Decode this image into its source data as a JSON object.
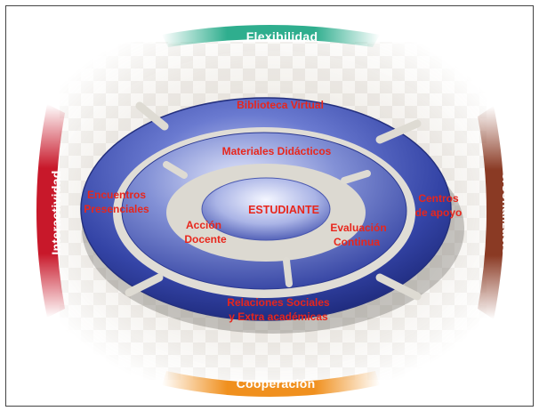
{
  "diagram": {
    "top_label": "Flexibilidad",
    "bottom_label": "Cooperación",
    "left_label": "Interactividad",
    "right_label": "Personalización",
    "center": "ESTUDIANTE",
    "outer_ring": {
      "top": "Biblioteca Virtual",
      "left": [
        "Encuentros",
        "Presenciales"
      ],
      "right": [
        "Centros",
        "de apoyo"
      ],
      "bottom": [
        "Relaciones Sociales",
        "y Extra académicas"
      ]
    },
    "inner_ring": {
      "top": "Materiales Didácticos",
      "left": [
        "Acción",
        "Docente"
      ],
      "right": [
        "Evaluación",
        "Continua"
      ]
    }
  },
  "colors": {
    "top_arc": "#2fae8e",
    "bottom_arc": "#f0901e",
    "left_arc": "#c8182a",
    "right_arc": "#8a3a24",
    "ring_blue": "#3d4fae",
    "ring_label": "#e8261c"
  }
}
